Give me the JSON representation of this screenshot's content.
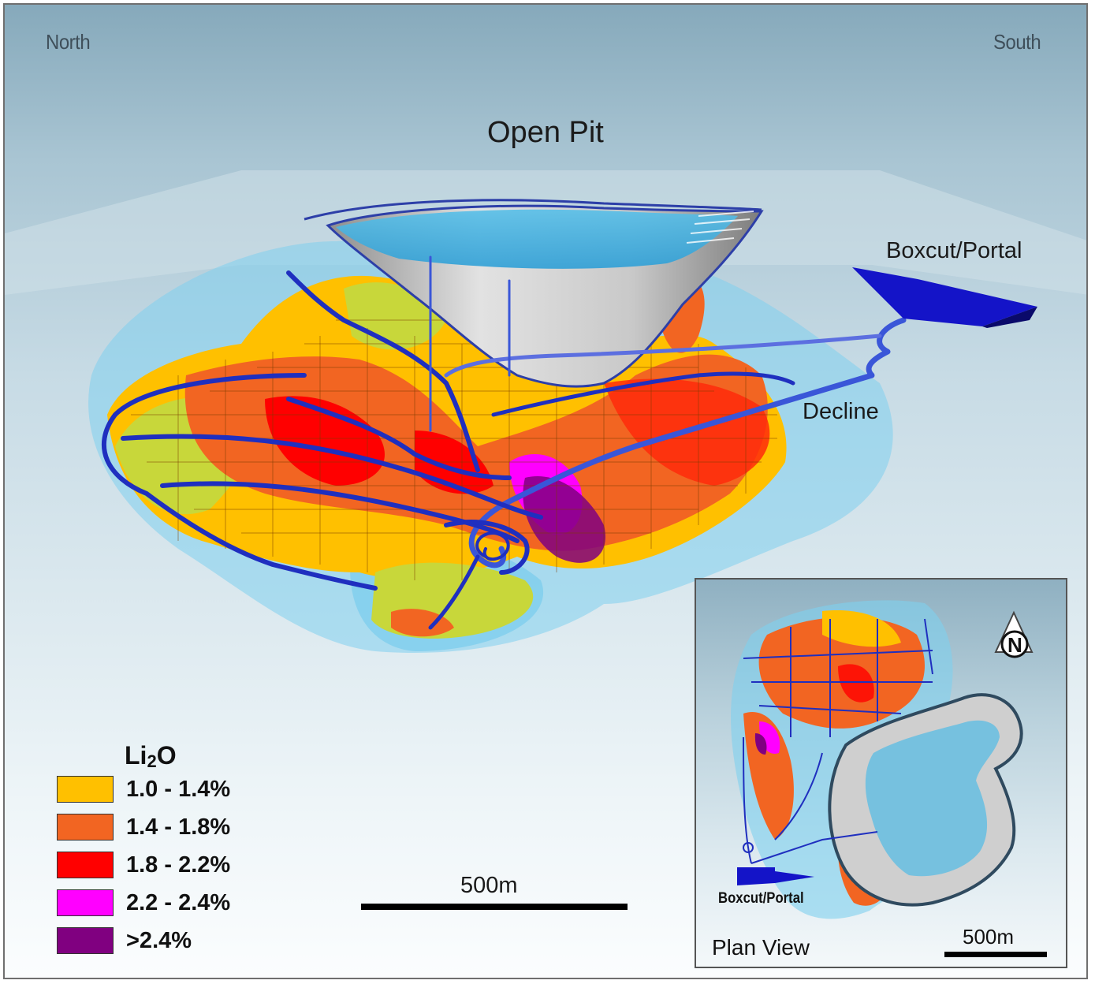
{
  "directions": {
    "left": "North",
    "right": "South"
  },
  "labels": {
    "open_pit": "Open Pit",
    "boxcut_portal": "Boxcut/Portal",
    "decline": "Decline"
  },
  "legend": {
    "title_main": "Li",
    "title_sub": "2",
    "title_end": "O",
    "items": [
      {
        "label": "1.0 - 1.4%",
        "color": "#ffc000"
      },
      {
        "label": "1.4 - 1.8%",
        "color": "#f26522"
      },
      {
        "label": "1.8 - 2.2%",
        "color": "#ff0000"
      },
      {
        "label": "2.2 - 2.4%",
        "color": "#ff00ff"
      },
      {
        "label": ">2.4%",
        "color": "#800080"
      }
    ]
  },
  "scale": {
    "main": "500m"
  },
  "inset": {
    "title": "Plan View",
    "north": "N",
    "boxcut_portal": "Boxcut/Portal",
    "scale": "500m"
  },
  "colors": {
    "tunnel": "#1f2fbf",
    "pit_shell": "#bdbdbd",
    "orebody_envelope": "#7fd0ee",
    "portal": "#1414c8",
    "ore_low_yellowgreen": "#c8d73a"
  }
}
